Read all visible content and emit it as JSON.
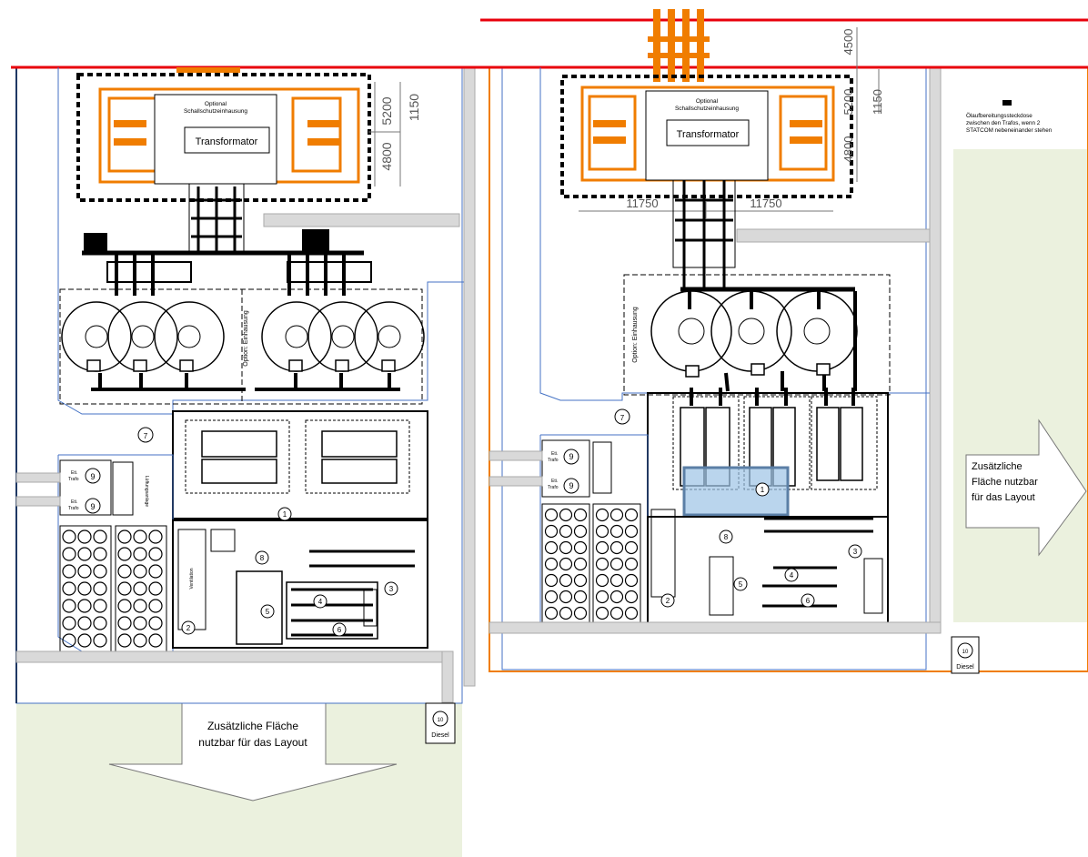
{
  "colors": {
    "boundary_red": "#e8000b",
    "transformer_orange": "#f07d00",
    "lawn_green": "#ebf1de",
    "wall_grey": "#d9d9d9",
    "outline_blue": "#4472c4",
    "highlight_blue": "#9dc3e6"
  },
  "left_plan": {
    "enclosure_label": "Optional\nSchallschutzeinhausung",
    "transformer_label": "Transformator",
    "dims": {
      "d5200": "5200",
      "d4800": "4800",
      "d1150": "1150"
    },
    "etr_labels": [
      "Eti.\nTrafo",
      "Eti.\nTrafo"
    ],
    "numbers": [
      "1",
      "2",
      "3",
      "4",
      "5",
      "6",
      "7",
      "8",
      "9",
      "9"
    ],
    "side_text": "Lüftungsanlage",
    "diesel_number": "10",
    "diesel_label": "Diesel",
    "extra_area_text": "Zusätzliche Fläche\nnutzbar für das Layout"
  },
  "right_plan": {
    "enclosure_label": "Optional\nSchallschutzeinhausung",
    "transformer_label": "Transformator",
    "dims": {
      "d4500": "4500",
      "d5200": "5200",
      "d4800": "4800",
      "d1150": "1150",
      "d11750a": "11750",
      "d11750b": "11750"
    },
    "optional_housing_label": "Option: Einhausung",
    "etr_labels": [
      "Eti.\nTrafo",
      "Eti.\nTrafo"
    ],
    "numbers": [
      "1",
      "2",
      "3",
      "4",
      "5",
      "6",
      "7",
      "8",
      "9",
      "9"
    ],
    "diesel_number": "10",
    "diesel_label": "Diesel",
    "note": "Ölaufbereitungssteckdose\nzwischen den Trafos, wenn 2\nSTATCOM nebeneinander stehen",
    "extra_area_text": "Zusätzliche\nFläche nutzbar\nfür das Layout"
  }
}
